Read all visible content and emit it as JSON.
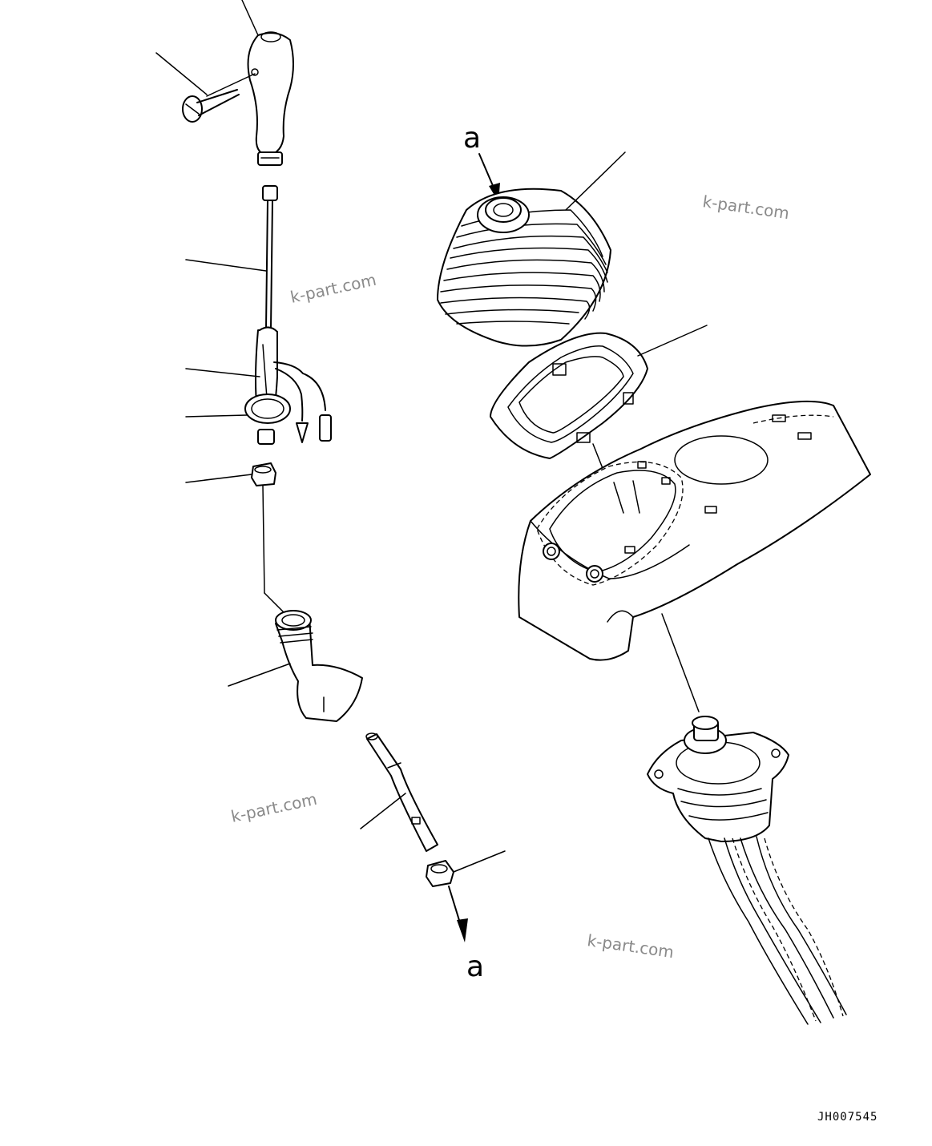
{
  "callouts": {
    "top": "a",
    "bottom": "a"
  },
  "watermarks": [
    "k-part.com",
    "k-part.com",
    "k-part.com",
    "k-part.com"
  ],
  "drawing_code": "JH007545"
}
